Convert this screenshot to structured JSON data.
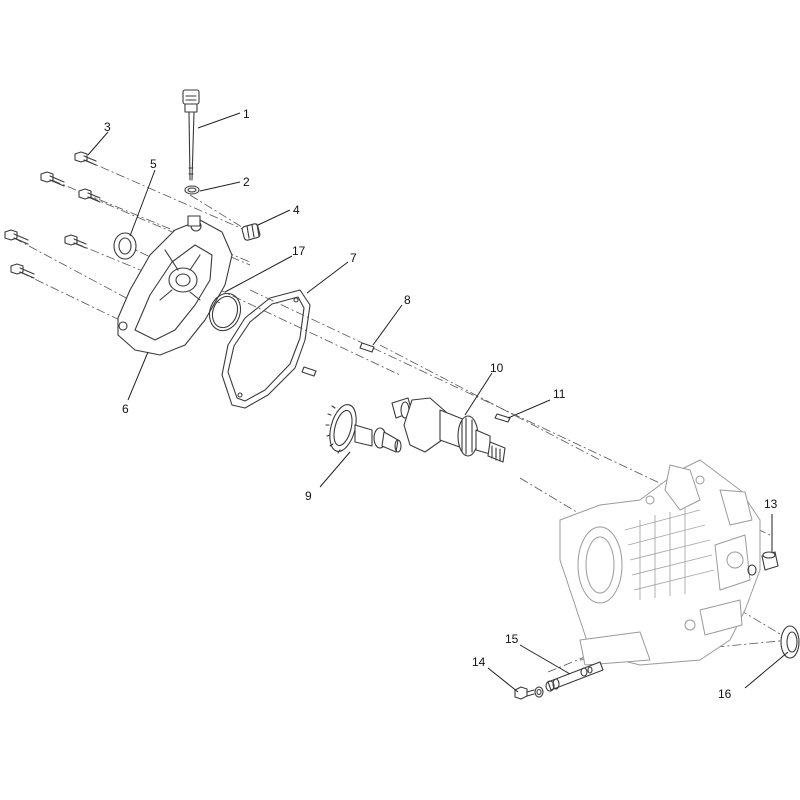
{
  "callouts": [
    {
      "id": "1",
      "label": "1"
    },
    {
      "id": "2",
      "label": "2"
    },
    {
      "id": "3",
      "label": "3"
    },
    {
      "id": "4",
      "label": "4"
    },
    {
      "id": "5",
      "label": "5"
    },
    {
      "id": "6",
      "label": "6"
    },
    {
      "id": "7",
      "label": "7"
    },
    {
      "id": "8",
      "label": "8"
    },
    {
      "id": "9",
      "label": "9"
    },
    {
      "id": "10",
      "label": "10"
    },
    {
      "id": "11",
      "label": "11"
    },
    {
      "id": "13",
      "label": "13"
    },
    {
      "id": "14",
      "label": "14"
    },
    {
      "id": "15",
      "label": "15"
    },
    {
      "id": "16",
      "label": "16"
    },
    {
      "id": "17",
      "label": "17"
    }
  ],
  "colors": {
    "line": "#3a3a3a",
    "ghost": "#9a9a9a",
    "background": "#ffffff"
  }
}
